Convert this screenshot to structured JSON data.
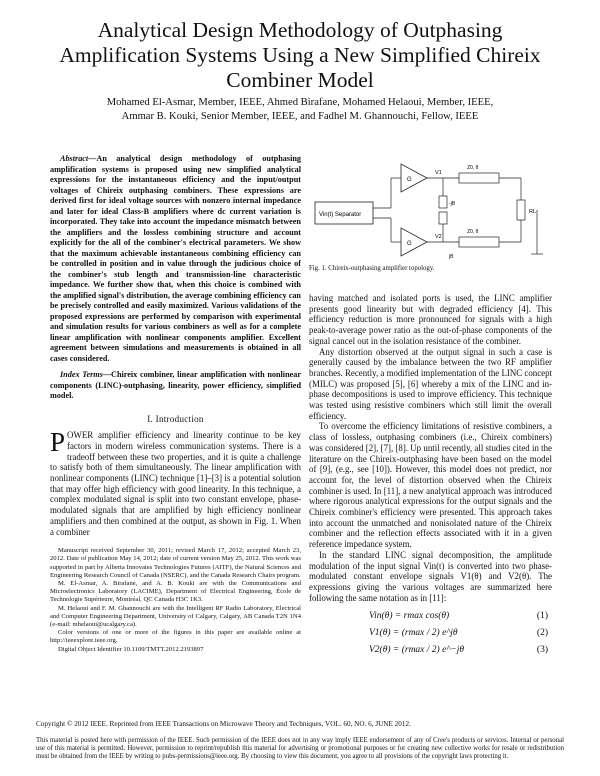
{
  "title": "Analytical Design Methodology of Outphasing Amplification Systems Using a New Simplified Chireix Combiner Model",
  "authors_line1": "Mohamed El-Asmar, Member, IEEE, Ahmed Birafane, Mohamed Helaoui, Member, IEEE,",
  "authors_line2": "Ammar B. Kouki, Senior Member, IEEE, and Fadhel M. Ghannouchi, Fellow, IEEE",
  "abstract_lead": "Abstract—",
  "abstract_body": "An analytical design methodology of outphasing amplification systems is proposed using new simplified analytical expressions for the instantaneous efficiency and the input/output voltages of Chireix outphasing combiners. These expressions are derived first for ideal voltage sources with nonzero internal impedance and later for ideal Class-B amplifiers where dc current variation is incorporated. They take into account the impedance mismatch between the amplifiers and the lossless combining structure and account explicitly for the all of the combiner's electrical parameters. We show that the maximum achievable instantaneous combining efficiency can be controlled in position and in value through the judicious choice of the combiner's stub length and transmission-line characteristic impedance. We further show that, when this choice is combined with the amplified signal's distribution, the average combining efficiency can be precisely controlled and easily maximized. Various validations of the proposed expressions are performed by comparison with experimental and simulation results for various combiners as well as for a complete linear amplification with nonlinear components amplifier. Excellent agreement between simulations and measurements is obtained in all cases considered.",
  "terms_lead": "Index Terms—",
  "terms_body": "Chireix combiner, linear amplification with nonlinear components (LINC)-outphasing, linearity, power efficiency, simplified model.",
  "section1": "I. Introduction",
  "intro_dropcap": "P",
  "intro_p1": "OWER amplifier efficiency and linearity continue to be key factors in modern wireless communication systems. There is a tradeoff between these two properties, and it is quite a challenge to satisfy both of them simultaneously. The linear amplification with nonlinear components (LINC) technique [1]–[3] is a potential solution that may offer high efficiency with good linearity. In this technique, a complex modulated signal is split into two constant envelope, phase-modulated signals that are amplified by high efficiency nonlinear amplifiers and then combined at the output, as shown in Fig. 1. When a combiner",
  "notes": [
    "Manuscript received September 30, 2011; revised March 17, 2012; accepted March 23, 2012. Date of publication May 14, 2012; date of current version May 25, 2012. This work was supported in part by Alberta Innovates Technologies Futures (AITF), the Natural Sciences and Engineering Research Council of Canada (NSERC), and the Canada Research Chairs program.",
    "M. El-Asmar, A. Birafane, and A. B. Kouki are with the Communications and Microelectronics Laboratory (LACIME), Department of Electrical Engineering, École de Technologie Supérieure, Montréal, QC Canada H3C 1K3.",
    "M. Helaoui and F. M. Ghannouchi are with the Intelligent RF Radio Laboratory, Electrical and Computer Engineering Department, University of Calgary, Calgary, AB Canada T2N 1N4 (e-mail: mhelaoui@ucalgary.ca).",
    "Color versions of one or more of the figures in this paper are available online at http://ieeexplore.ieee.org.",
    "Digital Object Identifier 10.1109/TMTT.2012.2193897"
  ],
  "figure": {
    "caption": "Fig. 1. Chireix-outphasing amplifier topology.",
    "input_label": "Vin(t) Separator",
    "amp_top": "G",
    "amp_bottom": "G",
    "label_v1": "V1",
    "label_v2": "V2",
    "label_z0_top": "Z0, θ",
    "label_z0_bottom": "Z0, θ",
    "label_jb_top": "-jB",
    "label_jb_bottom": "jB",
    "label_rl": "RL"
  },
  "right_p1": "having matched and isolated ports is used, the LINC amplifier presents good linearity but with degraded efficiency [4]. This efficiency reduction is more pronounced for signals with a high peak-to-average power ratio as the out-of-phase components of the signal cancel out in the isolation resistance of the combiner.",
  "right_p2": "Any distortion observed at the output signal in such a case is generally caused by the imbalance between the two RF amplifier branches. Recently, a modified implementation of the LINC concept (MILC) was proposed [5], [6] whereby a mix of the LINC and in-phase decompositions is used to improve efficiency. This technique was tested using resistive combiners which still limit the overall efficiency.",
  "right_p3": "To overcome the efficiency limitations of resistive combiners, a class of lossless, outphasing combiners (i.e., Chireix combiners) was considered [2], [7], [8]. Up until recently, all studies cited in the literature on the Chireix-outphasing have been based on the model of [9], (e.g., see [10]). However, this model does not predict, nor account for, the level of distortion observed when the Chireix combiner is used. In [11], a new analytical approach was introduced where rigorous analytical expressions for the output signals and the Chireix combiner's efficiency were presented. This approach takes into account the unmatched and nonisolated nature of the Chireix combiner and the reflection effects associated with it in a given reference impedance system.",
  "right_p4": "In the standard LINC signal decomposition, the amplitude modulation of the input signal Vin(t) is converted into two phase-modulated constant envelope signals V1(θ) and V2(θ). The expressions giving the various voltages are summarized here following the same notation as in [11]:",
  "equations": [
    {
      "text": "Vin(θ) = rmax cos(θ)",
      "num": "(1)"
    },
    {
      "text": "V1(θ) = (rmax / 2) e^jθ",
      "num": "(2)"
    },
    {
      "text": "V2(θ) = (rmax / 2) e^−jθ",
      "num": "(3)"
    }
  ],
  "copyright": "Copyright © 2012 IEEE. Reprinted from IEEE Transactions on Microwave Theory and Techniques, VOL. 60, NO. 6, JUNE 2012.",
  "permission": "This material is posted here with permission of the IEEE. Such permission of the IEEE does not in any way imply IEEE endorsement of any of Cree's products or services. Internal or personal use of this material is permitted. However, permission to reprint/republish this material for advertising or promotional purposes or for creating new collective works for resale or redistribution must be obtained from the IEEE by writing to pubs-permissions@ieee.org. By choosing to view this document, you agree to all provisions of the copyright laws protecting it."
}
